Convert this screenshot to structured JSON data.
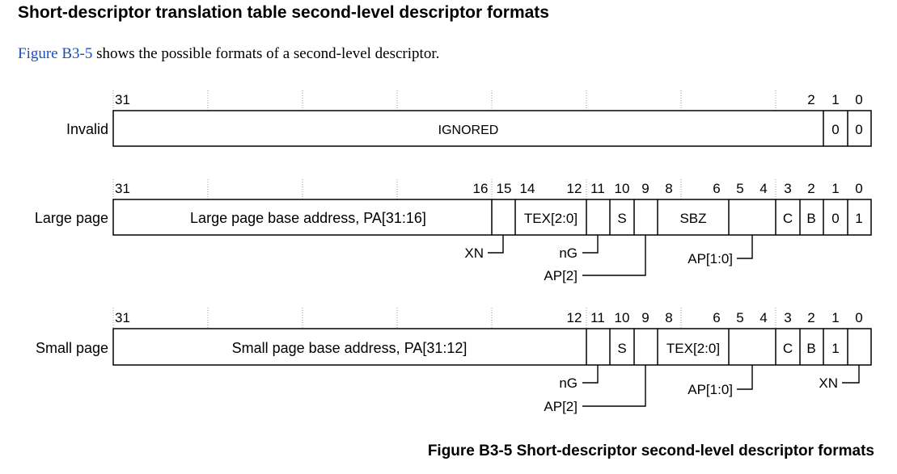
{
  "heading": "Short-descriptor translation table second-level descriptor formats",
  "intro": {
    "link": "Figure B3-5",
    "rest": " shows the possible formats of a second-level descriptor."
  },
  "caption": "Figure B3-5 Short-descriptor second-level descriptor formats",
  "colors": {
    "link": "#1a4ec5",
    "lines": "#000000",
    "ruler": "#999999"
  },
  "rows": [
    {
      "label": "Invalid",
      "bits": [
        "31",
        "2",
        "1",
        "0"
      ],
      "fields": [
        {
          "name": "ignored-field",
          "text": "IGNORED"
        },
        {
          "name": "bit1-field",
          "text": "0"
        },
        {
          "name": "bit0-field",
          "text": "0"
        }
      ]
    },
    {
      "label": "Large page",
      "bits": [
        "31",
        "16",
        "15",
        "14",
        "12",
        "11",
        "10",
        "9",
        "8",
        "6",
        "5",
        "4",
        "3",
        "2",
        "1",
        "0"
      ],
      "fields": [
        {
          "name": "base-address-field",
          "text": "Large page base address, PA[31:16]"
        },
        {
          "name": "xn-field",
          "text": ""
        },
        {
          "name": "tex-field",
          "text": "TEX[2:0]"
        },
        {
          "name": "ng-field",
          "text": ""
        },
        {
          "name": "s-field",
          "text": "S"
        },
        {
          "name": "ap2-field",
          "text": ""
        },
        {
          "name": "sbz-field",
          "text": "SBZ"
        },
        {
          "name": "ap-field",
          "text": ""
        },
        {
          "name": "c-field",
          "text": "C"
        },
        {
          "name": "b-field",
          "text": "B"
        },
        {
          "name": "bit1-field",
          "text": "0"
        },
        {
          "name": "bit0-field",
          "text": "1"
        }
      ],
      "callouts": [
        "XN",
        "nG",
        "AP[2]",
        "AP[1:0]"
      ]
    },
    {
      "label": "Small page",
      "bits": [
        "31",
        "12",
        "11",
        "10",
        "9",
        "8",
        "6",
        "5",
        "4",
        "3",
        "2",
        "1",
        "0"
      ],
      "fields": [
        {
          "name": "base-address-field",
          "text": "Small page base address, PA[31:12]"
        },
        {
          "name": "ng-field",
          "text": ""
        },
        {
          "name": "s-field",
          "text": "S"
        },
        {
          "name": "ap2-field",
          "text": ""
        },
        {
          "name": "tex-field",
          "text": "TEX[2:0]"
        },
        {
          "name": "ap-field",
          "text": ""
        },
        {
          "name": "c-field",
          "text": "C"
        },
        {
          "name": "b-field",
          "text": "B"
        },
        {
          "name": "bit1-field",
          "text": "1"
        },
        {
          "name": "xn-field",
          "text": ""
        }
      ],
      "callouts": [
        "nG",
        "AP[2]",
        "AP[1:0]",
        "XN"
      ]
    }
  ]
}
